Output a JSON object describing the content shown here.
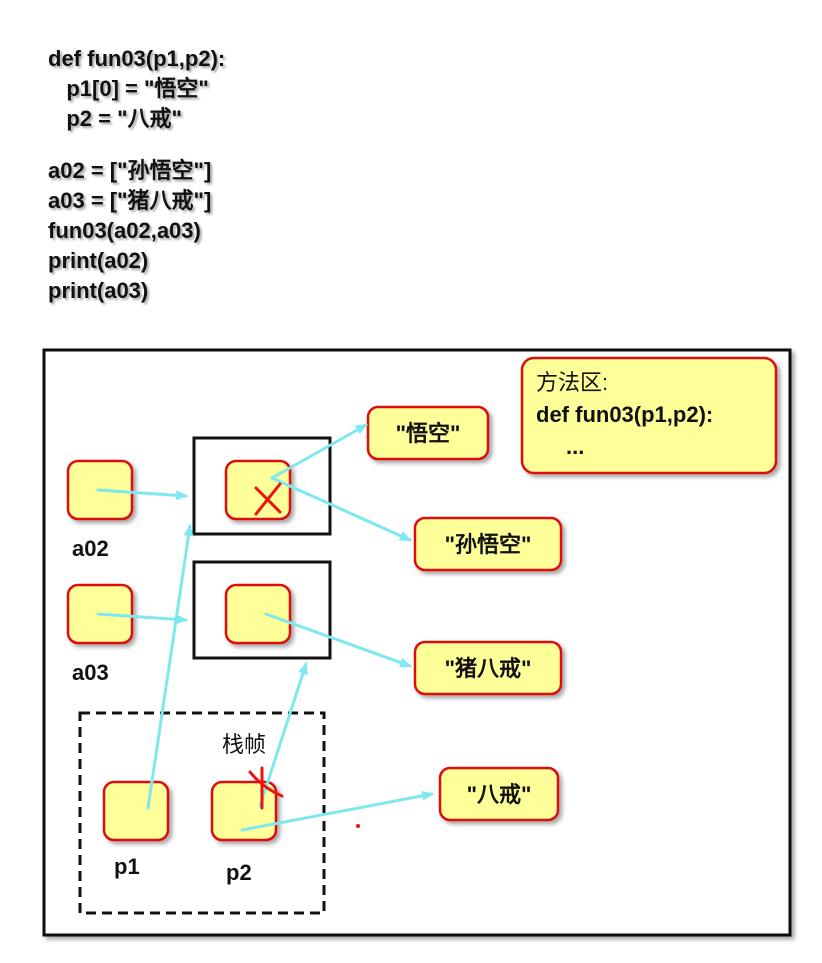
{
  "code": {
    "lines": [
      "def fun03(p1,p2):",
      "   p1[0] = \"悟空\"",
      "   p2 = \"八戒\"",
      "",
      "a02 = [\"孙悟空\"]",
      "a03 = [\"猪八戒\"]",
      "fun03(a02,a03)",
      "print(a02)",
      "print(a03)"
    ]
  },
  "method_area": {
    "title": "方法区:",
    "signature": "def fun03(p1,p2):",
    "ellipsis": "..."
  },
  "variables": {
    "a02": "a02",
    "a03": "a03",
    "p1": "p1",
    "p2": "p2"
  },
  "strings": {
    "wukong": "\"悟空\"",
    "sunwukong": "\"孙悟空\"",
    "zhubajie": "\"猪八戒\"",
    "bajie": "\"八戒\""
  },
  "stack_frame_label": "栈帧",
  "colors": {
    "box_fill": "#ffff99",
    "box_stroke": "#dd1111",
    "arrow": "#7ee8f0",
    "cross": "#ee1111",
    "frame_stroke": "#111111"
  }
}
